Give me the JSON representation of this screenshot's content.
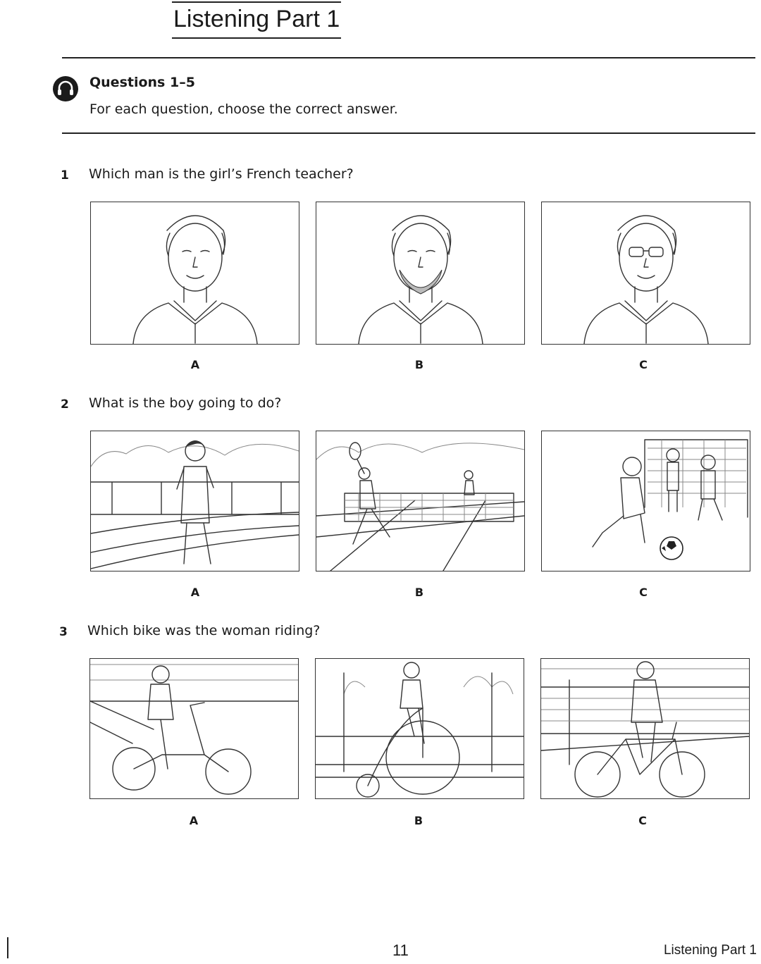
{
  "header": {
    "title": "Listening Part 1"
  },
  "section": {
    "heading": "Questions 1–5",
    "instruction": "For each question, choose the correct answer."
  },
  "questions": [
    {
      "number": "1",
      "text": "Which man is the girl’s French teacher?",
      "options": [
        "A",
        "B",
        "C"
      ]
    },
    {
      "number": "2",
      "text": "What is the boy going to do?",
      "options": [
        "A",
        "B",
        "C"
      ]
    },
    {
      "number": "3",
      "text": "Which bike was the woman riding?",
      "options": [
        "A",
        "B",
        "C"
      ]
    }
  ],
  "footer": {
    "page_number": "11",
    "section_label": "Listening Part 1"
  },
  "icons": {
    "audio": "headphones-icon"
  }
}
